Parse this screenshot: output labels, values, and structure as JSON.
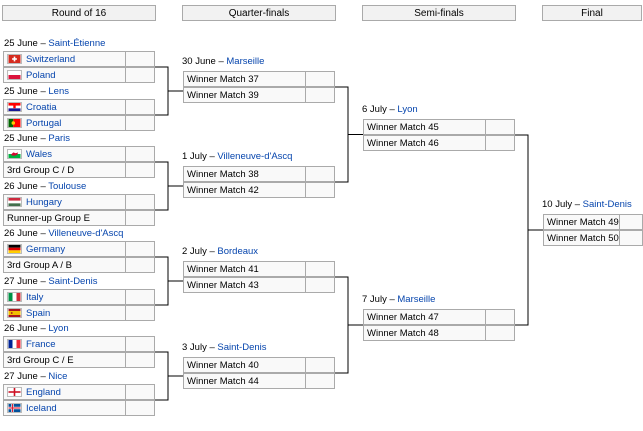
{
  "headers": {
    "r16": "Round of 16",
    "qf": "Quarter-finals",
    "sf": "Semi-finals",
    "final": "Final"
  },
  "r16": [
    {
      "date": "25 June",
      "venue": "Saint-Étienne",
      "teams": [
        {
          "name": "Switzerland",
          "flag": "ch"
        },
        {
          "name": "Poland",
          "flag": "pl"
        }
      ]
    },
    {
      "date": "25 June",
      "venue": "Lens",
      "teams": [
        {
          "name": "Croatia",
          "flag": "hr"
        },
        {
          "name": "Portugal",
          "flag": "pt"
        }
      ]
    },
    {
      "date": "25 June",
      "venue": "Paris",
      "teams": [
        {
          "name": "Wales",
          "flag": "wales"
        },
        {
          "name": "3rd Group C / D",
          "flag": ""
        }
      ]
    },
    {
      "date": "26 June",
      "venue": "Toulouse",
      "teams": [
        {
          "name": "Hungary",
          "flag": "hu"
        },
        {
          "name": "Runner-up Group E",
          "flag": ""
        }
      ]
    },
    {
      "date": "26 June",
      "venue": "Villeneuve-d'Ascq",
      "teams": [
        {
          "name": "Germany",
          "flag": "de"
        },
        {
          "name": "3rd Group A / B",
          "flag": ""
        }
      ]
    },
    {
      "date": "27 June",
      "venue": "Saint-Denis",
      "teams": [
        {
          "name": "Italy",
          "flag": "it"
        },
        {
          "name": "Spain",
          "flag": "es"
        }
      ]
    },
    {
      "date": "26 June",
      "venue": "Lyon",
      "teams": [
        {
          "name": "France",
          "flag": "fr"
        },
        {
          "name": "3rd Group C / E",
          "flag": ""
        }
      ]
    },
    {
      "date": "27 June",
      "venue": "Nice",
      "teams": [
        {
          "name": "England",
          "flag": "en"
        },
        {
          "name": "Iceland",
          "flag": "is"
        }
      ]
    }
  ],
  "qf": [
    {
      "date": "30 June",
      "venue": "Marseille",
      "teams": [
        "Winner Match 37",
        "Winner Match 39"
      ]
    },
    {
      "date": "1 July",
      "venue": "Villeneuve-d'Ascq",
      "teams": [
        "Winner Match 38",
        "Winner Match 42"
      ]
    },
    {
      "date": "2 July",
      "venue": "Bordeaux",
      "teams": [
        "Winner Match 41",
        "Winner Match 43"
      ]
    },
    {
      "date": "3 July",
      "venue": "Saint-Denis",
      "teams": [
        "Winner Match 40",
        "Winner Match 44"
      ]
    }
  ],
  "sf": [
    {
      "date": "6 July",
      "venue": "Lyon",
      "teams": [
        "Winner Match 45",
        "Winner Match 46"
      ]
    },
    {
      "date": "7 July",
      "venue": "Marseille",
      "teams": [
        "Winner Match 47",
        "Winner Match 48"
      ]
    }
  ],
  "final": {
    "date": "10 July",
    "venue": "Saint-Denis",
    "teams": [
      "Winner Match 49",
      "Winner Match 50"
    ]
  },
  "dash": " – "
}
